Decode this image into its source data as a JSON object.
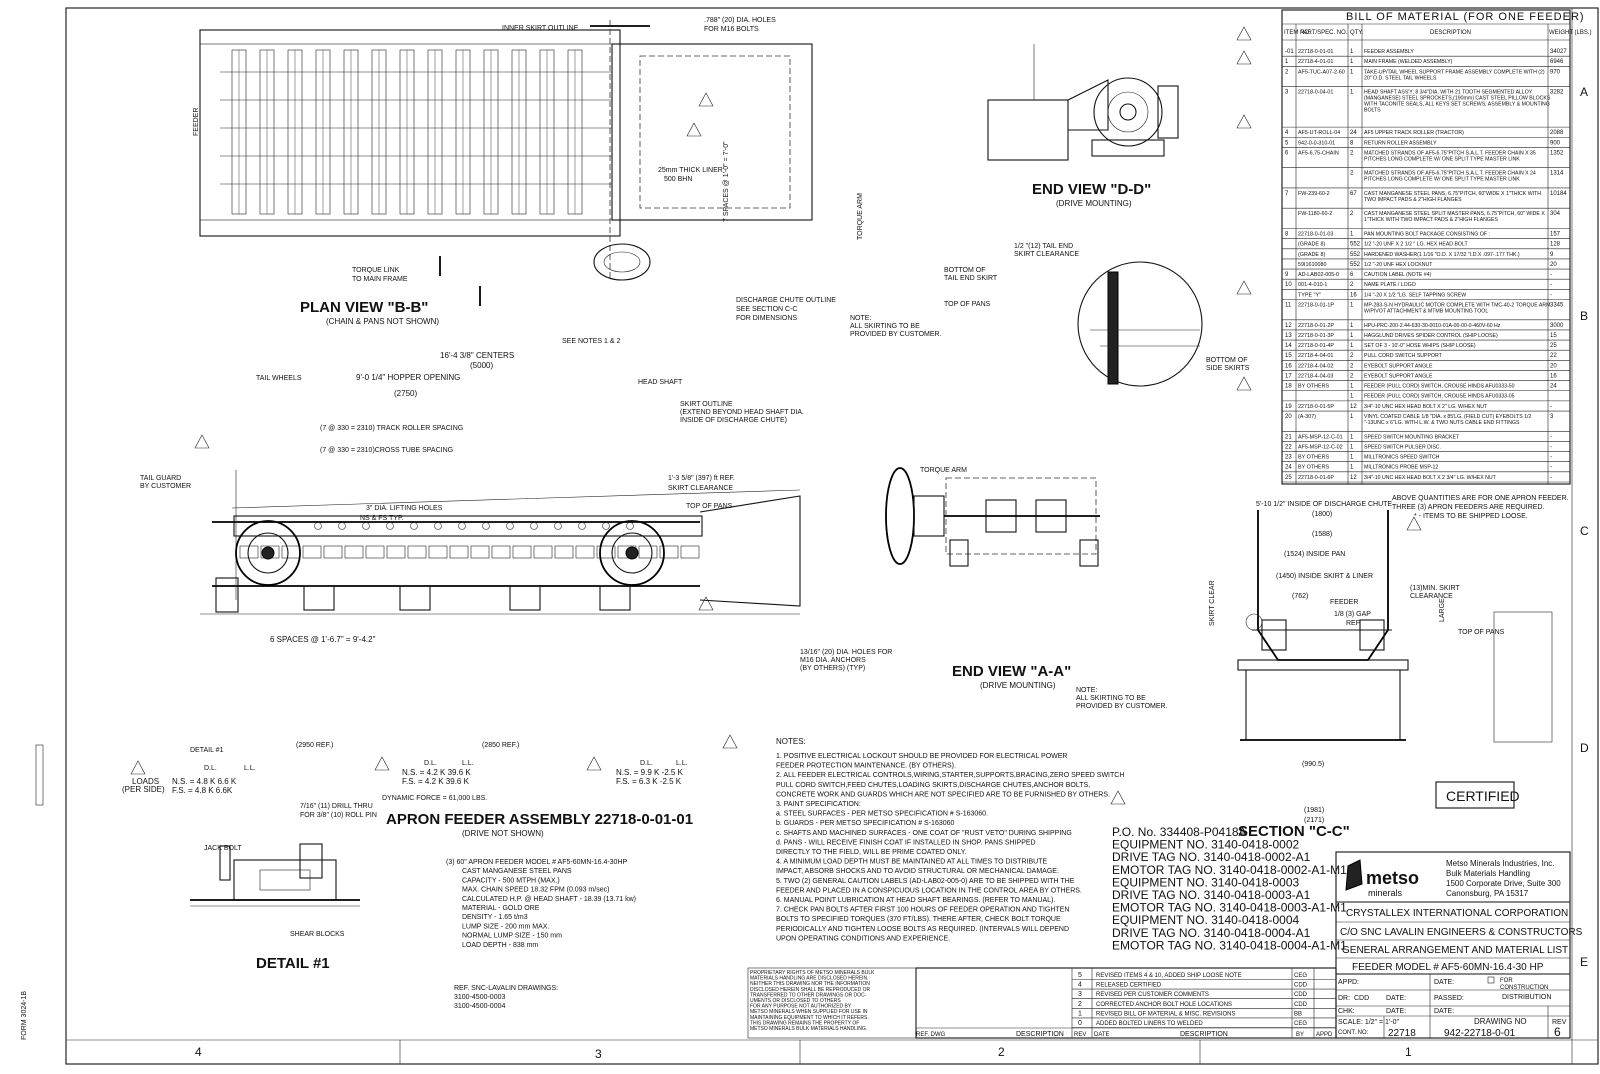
{
  "views": {
    "plan": {
      "title": "PLAN VIEW \"B-B\"",
      "subtitle": "(CHAIN & PANS NOT SHOWN)"
    },
    "assembly": {
      "title": "APRON FEEDER ASSEMBLY 22718-0-01-01",
      "subtitle": "(DRIVE NOT SHOWN)"
    },
    "end_dd": {
      "title": "END VIEW \"D-D\"",
      "subtitle": "(DRIVE MOUNTING)"
    },
    "end_aa": {
      "title": "END VIEW \"A-A\"",
      "subtitle": "(DRIVE MOUNTING)"
    },
    "section_cc": {
      "title": "SECTION \"C-C\""
    },
    "detail": {
      "title": "DETAIL #1"
    }
  },
  "plan_labels": [
    "INNER SKIRT OUTLINE",
    ".788\" (20) DIA. HOLES",
    "FOR M16 BOLTS",
    "25mm THICK LINER",
    "500 BHN",
    "TORQUE LINK",
    "TO MAIN FRAME",
    "DISCHARGE CHUTE OUTLINE",
    "SEE SECTION C-C",
    "FOR DIMENSIONS",
    "SEE NOTES 1 & 2",
    "7 SPACES @ 1'-0\" = 7'-0\"",
    "TORQUE ARM",
    "FEEDER"
  ],
  "assembly_labels": [
    "16'-4 3/8\" CENTERS",
    "(5000)",
    "TAIL WHEELS",
    "9'-0 1/4\" HOPPER OPENING",
    "(2750)",
    "HEAD SHAFT",
    "SKIRT OUTLINE",
    "(EXTEND BEYOND HEAD SHAFT DIA.",
    "INSIDE OF DISCHARGE CHUTE)",
    "TAIL GUARD",
    "BY CUSTOMER",
    "3\" DIA. LIFTING HOLES",
    "NS & FS TYP.",
    "1'-3 5/8\" (397) ft REF.",
    "SKIRT CLEARANCE",
    "TOP OF PANS",
    "6 SPACES @ 1'-6.7\" = 9'-4.2\"",
    "13/16\" (20) DIA. HOLES FOR",
    "M16 DIA. ANCHORS",
    "(BY OTHERS) (TYP)",
    "DETAIL #1",
    "(2950 REF.)",
    "(2850 REF.)",
    "DYNAMIC FORCE = 61,000 LBS.",
    "(7 @ 330 = 2310) TRACK ROLLER SPACING",
    "(7 @ 330 = 2310)CROSS TUBE SPACING"
  ],
  "loads": [
    {
      "label": "LOADS",
      "sub": "(PER SIDE)",
      "rows": [
        "N.S. = 4.8 K   6.6 K",
        "F.S. = 4.8 K   6.6K"
      ]
    },
    {
      "rows": [
        "N.S. = 4.2 K   39.6 K",
        "F.S. = 4.2 K   39.6 K"
      ]
    },
    {
      "rows": [
        "N.S. = 9.9 K   -2.5 K",
        "F.S. = 6.3 K   -2.5 K"
      ]
    }
  ],
  "load_headers": [
    "D.L.",
    "L.L."
  ],
  "end_view_labels": [
    "1/2 \"(12) TAIL END",
    "SKIRT CLEARANCE",
    "BOTTOM OF",
    "TAIL END SKIRT",
    "TOP OF PANS",
    "BOTTOM OF",
    "SIDE SKIRTS",
    "TORQUE ARM",
    "NOTE:",
    "ALL SKIRTING TO BE",
    "PROVIDED BY CUSTOMER."
  ],
  "section_labels": [
    "5'-10 1/2\" INSIDE OF DISCHARGE CHUTE",
    "(1800)",
    "(1588)",
    "(1524) INSIDE PAN",
    "(1450) INSIDE SKIRT & LINER",
    "(762)",
    "FEEDER",
    "1/8 (3) GAP",
    "REF.",
    "SKIRT CLEAR",
    "(13)MIN. SKIRT",
    "CLEARANCE",
    "TOP OF PANS",
    "LARGE",
    "(990.5)",
    "(1981)",
    "(2171)",
    "CERTIFIED"
  ],
  "quantity_note": [
    "ABOVE QUANTITIES ARE FOR ONE APRON FEEDER.",
    "THREE (3) APRON FEEDERS ARE REQUIRED.",
    "* - ITEMS TO BE SHIPPED LOOSE."
  ],
  "detail_labels": [
    "7/16\" (11) DRILL THRU",
    "FOR 3/8\" (10) ROLL PIN",
    "JACK BOLT",
    "SHEAR BLOCKS"
  ],
  "spec_block": [
    "(3) 60\" APRON FEEDER MODEL # AF5-60MN-16.4-30HP",
    "CAST MANGANESE STEEL PANS",
    "CAPACITY - 500 MTPH (MAX.)",
    "MAX. CHAIN SPEED 18.32 FPM (0.093 m/sec)",
    "CALCULATED H.P. @ HEAD SHAFT - 18.39 (13.71 kw)",
    "MATERIAL - GOLD ORE",
    "DENSITY - 1.65 t/m3",
    "LUMP SIZE - 200 mm MAX.",
    "NORMAL LUMP SIZE - 150 mm",
    "LOAD DEPTH - 838 mm"
  ],
  "ref_drawings": [
    "REF. SNC-LAVALIN DRAWINGS:",
    "3100-4500-0003",
    "3100-4500-0004"
  ],
  "notes_title": "NOTES:",
  "notes": [
    "1. POSITIVE ELECTRICAL LOCKOUT SHOULD BE PROVIDED FOR ELECTRICAL POWER",
    "    FEEDER PROTECTION MAINTENANCE. (BY OTHERS).",
    "2. ALL FEEDER ELECTRICAL CONTROLS,WIRING,STARTER,SUPPORTS,BRACING,ZERO SPEED SWITCH",
    "    PULL CORD SWITCH,FEED CHUTES,LOADING SKIRTS,DISCHARGE CHUTES,ANCHOR BOLTS,",
    "    CONCRETE WORK AND GUARDS WHICH ARE NOT SPECIFIED ARE TO BE FURNISHED BY OTHERS.",
    "3. PAINT SPECIFICATION:",
    "    a. STEEL SURFACES - PER METSO SPECIFICATION # S-163060.",
    "    b. GUARDS - PER METSO SPECIFICATION # S-163060",
    "    c. SHAFTS AND MACHINED SURFACES - ONE COAT OF \"RUST VETO\" DURING SHIPPING",
    "    d. PANS - WILL RECEIVE FINISH COAT IF INSTALLED IN SHOP. PANS SHIPPED",
    "       DIRECTLY TO THE FIELD, WILL BE PRIME COATED ONLY.",
    "4. A MINIMUM LOAD DEPTH MUST BE MAINTAINED AT ALL TIMES TO DISTRIBUTE",
    "    IMPACT, ABSORB SHOCKS AND TO AVOID STRUCTURAL OR MECHANICAL DAMAGE.",
    "5. TWO (2) GENERAL CAUTION LABELS (AD-LAB02-005-0) ARE TO BE SHIPPED WITH THE",
    "    FEEDER AND PLACED IN A CONSPICUOUS LOCATION IN THE CONTROL AREA BY OTHERS.",
    "6. MANUAL POINT LUBRICATION AT HEAD SHAFT BEARINGS. (REFER TO MANUAL).",
    "7. CHECK PAN BOLTS AFTER FIRST 100 HOURS OF FEEDER OPERATION AND TIGHTEN",
    "    BOLTS TO SPECIFIED TORQUES (370 FT/LBS). THERE AFTER, CHECK BOLT TORQUE",
    "    PERIODICALLY AND TIGHTEN LOOSE BOLTS AS REQUIRED. (INTERVALS WILL DEPEND",
    "    UPON OPERATING CONDITIONS AND EXPERIENCE."
  ],
  "plan_note": [
    "NOTE:",
    "ALL SKIRTING TO BE",
    "PROVIDED BY CUSTOMER."
  ],
  "po_block": [
    "P.O. No. 334408-P0418A",
    "EQUIPMENT NO. 3140-0418-0002",
    "DRIVE TAG NO. 3140-0418-0002-A1",
    "EMOTOR TAG NO. 3140-0418-0002-A1-M1",
    "EQUIPMENT NO. 3140-0418-0003",
    "DRIVE TAG NO. 3140-0418-0003-A1",
    "EMOTOR TAG NO. 3140-0418-0003-A1-M1",
    "EQUIPMENT NO. 3140-0418-0004",
    "DRIVE TAG NO. 3140-0418-0004-A1",
    "EMOTOR TAG NO. 3140-0418-0004-A1-M1"
  ],
  "bom": {
    "title": "BILL OF MATERIAL (FOR ONE FEEDER)",
    "headers": [
      "ITEM NO.",
      "PART/SPEC. NO.",
      "QTY.",
      "DESCRIPTION",
      "WEIGHT (LBS.)"
    ],
    "rows": [
      [
        "-01",
        "22718-0-01-01",
        "1",
        "FEEDER ASSEMBLY",
        "34027"
      ],
      [
        "1",
        "22718-4-01-01",
        "1",
        "MAIN FRAME (WELDED ASSEMBLY)",
        "6946"
      ],
      [
        "2",
        "AF5-TUC-A07-2-60",
        "1",
        "TAKE-UP/TAIL WHEEL SUPPORT FRAME ASSEMBLY COMPLETE WITH (2) 20\" O.D. STEEL TAIL WHEELS",
        "970"
      ],
      [
        "3",
        "22718-0-04-01",
        "1",
        "HEAD SHAFT ASS'Y: 8 3/4\"DIA. WITH 21 TOOTH SEGMENTED ALLOY (MANGANESE) STEEL SPROCKETS,(190mm) CAST STEEL PILLOW BLOCKS WITH TACONITE SEALS, ALL KEYS SET SCREWS, ASSEMBLY & MOUNTING BOLTS",
        "3282"
      ],
      [
        "4",
        "AF5-UT-ROLL-04",
        "24",
        "AF5 UPPER TRACK ROLLER (TRACTOR)",
        "2088"
      ],
      [
        "5",
        "942-0-0-310-01",
        "8",
        "RETURN ROLLER ASSEMBLY",
        "900"
      ],
      [
        "6",
        "AF5-6.75-CHAIN",
        "2",
        "MATCHED STRANDS OF AF5-6.75\"PITCH S.A.L.T. FEEDER CHAIN X 35 PITCHES LONG COMPLETE W/ ONE SPLIT TYPE MASTER LINK",
        "1352"
      ],
      [
        "",
        "",
        "2",
        "MATCHED STRANDS OF AF5-6.75\"PITCH S.A.L.T. FEEDER CHAIN X 24 PITCHES LONG COMPLETE W/ ONE SPLIT TYPE MASTER LINK",
        "1314"
      ],
      [
        "7",
        "FW-239-60-2",
        "67",
        "CAST MANGANESE STEEL PANS, 6.75\"PITCH, 60\"WIDE X 1\"THICK WITH TWO IMPACT PADS & 2\"HIGH FLANGES",
        "10184"
      ],
      [
        "",
        "FW-1180-60-2",
        "2",
        "CAST MANGANESE STEEL SPLIT MASTER PANS, 6.75\"PITCH, 60\" WIDE X 1\"THICK WITH TWO IMPACT PADS & 2\"HIGH FLANGES",
        "304"
      ],
      [
        "8",
        "22718-0-01-03",
        "1",
        "PAN MOUNTING BOLT PACKAGE CONSISTING OF :",
        "157"
      ],
      [
        "",
        "(GRADE 8)",
        "552",
        "1/2 \"-20 UNF X 2 1/2 \" LG. HEX HEAD BOLT",
        "128"
      ],
      [
        "",
        "(GRADE 8)",
        "552",
        "HARDENED WASHER(1 1/16 \"O.D. X 17/32 \"I.D.X .097-.177 THK.)",
        "9"
      ],
      [
        "",
        "59I1610080",
        "552",
        "1/2 \"-20 UNF HEX LOCKNUT",
        "20"
      ],
      [
        "9",
        "AD-LAB02-005-0",
        "6",
        "CAUTION LABEL (NOTE #4)",
        "-"
      ],
      [
        "10",
        "001-4-010-1",
        "2",
        "NAME PLATE / LOGO",
        "-"
      ],
      [
        "",
        "TYPE \"Y\"",
        "16",
        "1/4 \"-20 X 1/2 \"LG. SELF TAPPING SCREW",
        "-"
      ],
      [
        "11",
        "22718-0-01-1P",
        "1",
        "MP-283-S-N HYDRAULIC MOTOR COMPLETE WITH TMC-40-2 TORQUE ARM W/PIVOT ATTACHMENT & MTMB MOUNTING TOOL",
        "3345"
      ],
      [
        "12",
        "22718-0-01-2P",
        "1",
        "HPU-PRC-200-2.44-630-30-0010-01A-00-00-0-460V-60 Hz",
        "3000"
      ],
      [
        "13",
        "22718-0-01-3P",
        "1",
        "HAGGLUND DRIVES SPIDER CONTROL (SHIP LOOSE)",
        "15"
      ],
      [
        "14",
        "22718-0-01-4P",
        "1",
        "SET OF 3 - 10'-0\" HOSE WHIPS (SHIP LOOSE)",
        "25"
      ],
      [
        "15",
        "22718-4-04-01",
        "2",
        "PULL CORD SWITCH SUPPORT",
        "22"
      ],
      [
        "16",
        "22718-4-04-02",
        "2",
        "EYEBOLT SUPPORT ANGLE",
        "20"
      ],
      [
        "17",
        "22718-4-04-03",
        "2",
        "EYEBOLT SUPPORT ANGLE",
        "16"
      ],
      [
        "18",
        "BY OTHERS",
        "1",
        "FEEDER (PULL CORD) SWITCH, CROUSE HINDS AFU0333-50",
        "24"
      ],
      [
        "",
        "",
        "1",
        "FEEDER (PULL CORD) SWITCH, CROUSE HINDS AFU0333-05",
        ""
      ],
      [
        "19",
        "22718-0-01-5P",
        "12",
        "3/4\"-10 UNC HEX HEAD BOLT X 2\" LG. W/HEX NUT",
        "-"
      ],
      [
        "20",
        "(A-307)",
        "1",
        "VINYL COATED CABLE 1/8 \"DIA. x 85'LG. (FIELD CUT) EYEBOLTS 1/2 \"-13UNC x 6\"LG. WITH L.W. & TWO NUTS CABLE END FITTINGS",
        "3"
      ],
      [
        "21",
        "AF5-MSP-12-C-01",
        "1",
        "SPEED SWITCH MOUNTING BRACKET",
        "-"
      ],
      [
        "22",
        "AF5-MSP-12-C-02",
        "1",
        "SPEED SWITCH PULSER DISC.",
        "-"
      ],
      [
        "23",
        "BY OTHERS",
        "1",
        "MILLTRONICS SPEED SWITCH",
        "-"
      ],
      [
        "24",
        "BY OTHERS",
        "1",
        "MILLTRONICS PROBE MSP-12",
        "-"
      ],
      [
        "25",
        "22718-0-01-6P",
        "12",
        "3/4\"-10 UNC HEX HEAD BOLT X 2 3/4\" LG. W/HEX NUT",
        "-"
      ]
    ]
  },
  "title_block": {
    "company": [
      "Metso Minerals Industries, Inc.",
      "Bulk Materials Handling",
      "1500 Corporate Drive, Suite 300",
      "Canonsburg, PA 15317"
    ],
    "logo_text": [
      "metso",
      "minerals"
    ],
    "client": "CRYSTALLEX INTERNATIONAL CORPORATION",
    "engineer": "C/O SNC LAVALIN ENGINEERS & CONSTRUCTORS",
    "title": "GENERAL ARRANGEMENT AND MATERIAL LIST",
    "model": "FEEDER MODEL # AF5-60MN-16.4-30 HP",
    "fields": {
      "appd": "APPD:",
      "date": "DATE:",
      "for": "FOR",
      "construction": "CONSTRUCTION",
      "distribution": "DISTRIBUTION",
      "dr": "DR:",
      "dr_val": "CDD",
      "date2": "DATE:",
      "passed": "PASSED:",
      "chk": "CHK:",
      "date3": "DATE:",
      "date4": "DATE:",
      "scale": "SCALE: 1/2\" = 1'-0\"",
      "drawing_no": "DRAWING NO",
      "rev": "REV",
      "cont_no": "CONT. NO:",
      "cont_val": "22718",
      "dwg_val": "942-22718-0-01",
      "rev_val": "6"
    }
  },
  "revisions": [
    [
      "5",
      "REVISED ITEMS 4 & 10, ADDED SHIP LOOSE NOTE",
      "CEG"
    ],
    [
      "4",
      "RELEASED CERTIFIED",
      "CDD"
    ],
    [
      "3",
      "REVISED PER CUSTOMER COMMENTS",
      "CDD"
    ],
    [
      "2",
      "CORRECTED ANCHOR BOLT HOLE LOCATIONS",
      "CDD"
    ],
    [
      "1",
      "REVISED BILL OF MATERIAL & MISC. REVISIONS",
      "BB"
    ],
    [
      "0",
      "ADDED BOLTED LINERS TO WELDED",
      "CEG"
    ]
  ],
  "rev_headers": [
    "REF. DWG",
    "DESCRIPTION",
    "REV",
    "DATE",
    "DESCRIPTION",
    "BY",
    "APPD"
  ],
  "proprietary": [
    "PROPRIETARY RIGHTS OF METSO MINERALS BULK",
    "MATERIALS HANDLING ARE DISCLOSED HEREIN.",
    "NEITHER THIS DRAWING NOR THE INFORMATION",
    "DISCLOSED HEREIN SHALL BE REPRODUCED OR",
    "TRANSFERRED TO OTHER DRAWINGS OR DOC-",
    "UMENTS OR DISCLOSED TO OTHERS",
    "FOR ANY PURPOSE NOT AUTHORIZED BY",
    "METSO MINERALS WHEN SUPPLIED FOR USE IN",
    "MAINTAINING EQUIPMENT TO WHICH IT REFERS.",
    "THIS DRAWING REMAINS THE PROPERTY OF",
    "METSO MINERALS BULK MATERIALS HANDLING."
  ],
  "zones_bottom": [
    "4",
    "3",
    "2",
    "1"
  ],
  "zones_right": [
    "A",
    "B",
    "C",
    "D",
    "E"
  ],
  "form_no": "FORM 3024-1B"
}
